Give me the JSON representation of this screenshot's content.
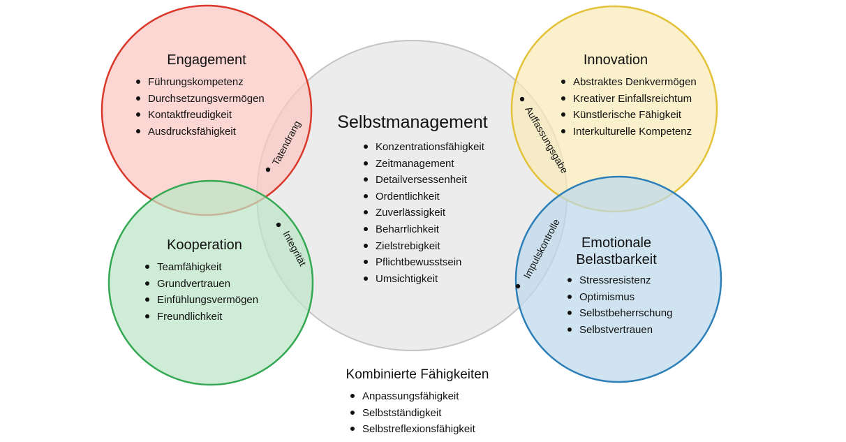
{
  "circles": {
    "engagement": {
      "title": "Engagement",
      "color": "#d9382b",
      "fill": "#f9c6c2",
      "items": [
        "Führungskompetenz",
        "Durchsetzungsvermögen",
        "Kontaktfreudigkeit",
        "Ausdrucksfähigkeit"
      ]
    },
    "selbstmanagement": {
      "title": "Selbstmanagement",
      "color": "#c4c4c4",
      "fill": "#e6e6e6",
      "items": [
        "Konzentrationsfähigkeit",
        "Zeitmanagement",
        "Detailversessenheit",
        "Ordentlichkeit",
        "Zuverlässigkeit",
        "Beharrlichkeit",
        "Zielstrebigkeit",
        "Pflichtbewusstsein",
        "Umsichtigkeit"
      ]
    },
    "innovation": {
      "title": "Innovation",
      "color": "#e3c23a",
      "fill": "#f9eab8",
      "items": [
        "Abstraktes Denkvermögen",
        "Kreativer Einfallsreichtum",
        "Künstlerische Fähigkeit",
        "Interkulturelle Kompetenz"
      ]
    },
    "kooperation": {
      "title": "Kooperation",
      "color": "#34a852",
      "fill": "#bde6c6",
      "items": [
        "Teamfähigkeit",
        "Grundvertrauen",
        "Einfühlungsvermögen",
        "Freundlichkeit"
      ]
    },
    "emotionale": {
      "title_line1": "Emotionale",
      "title_line2": "Belastbarkeit",
      "color": "#2d7fb8",
      "fill": "#bcd8ec",
      "items": [
        "Stressresistenz",
        "Optimismus",
        "Selbstbeherrschung",
        "Selbstvertrauen"
      ]
    }
  },
  "overlaps": {
    "tatendrang": "Tatendrang",
    "integritaet": "Integrität",
    "auffassungsgabe": "Auffassungsgabe",
    "impulskontrolle": "Impulskontrolle"
  },
  "combined": {
    "title": "Kombinierte Fähigkeiten",
    "items": [
      "Anpassungsfähigkeit",
      "Selbstständigkeit",
      "Selbstreflexionsfähigkeit"
    ]
  }
}
